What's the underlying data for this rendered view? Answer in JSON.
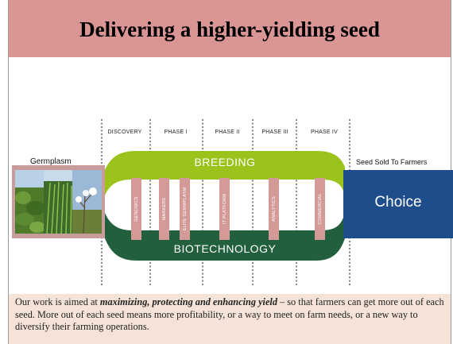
{
  "title": "Delivering a higher-yielding seed",
  "phases": [
    "DISCOVERY",
    "PHASE I",
    "PHASE II",
    "PHASE III",
    "PHASE IV"
  ],
  "germplasm_label": "Germplasm",
  "seed_sold_label": "Seed Sold To Farmers",
  "choice_label": "Choice",
  "breeding_label": "BREEDING",
  "biotech_label": "BIOTECHNOLOGY",
  "pillars": [
    "GENOMICS",
    "MARKERS",
    "ELITE GERMPLASM",
    "IT PLATFORM",
    "ANALYTICS",
    "COMMERCIAL"
  ],
  "colors": {
    "title_bar": "#d99694",
    "breeding_band": "#9ac31c",
    "biotech_band": "#215f3d",
    "choice_box": "#1f4d8c",
    "pillar": "#d49a98",
    "bottom_box": "#f5e3d7"
  },
  "footer": {
    "lead": "Our work is aimed at ",
    "emphasis": "maximizing, protecting and enhancing yield",
    "rest": " – so that farmers can get more out of each seed. More out of each seed means more profitability, or a way to meet on farm needs, or a new way to diversify their farming operations."
  }
}
